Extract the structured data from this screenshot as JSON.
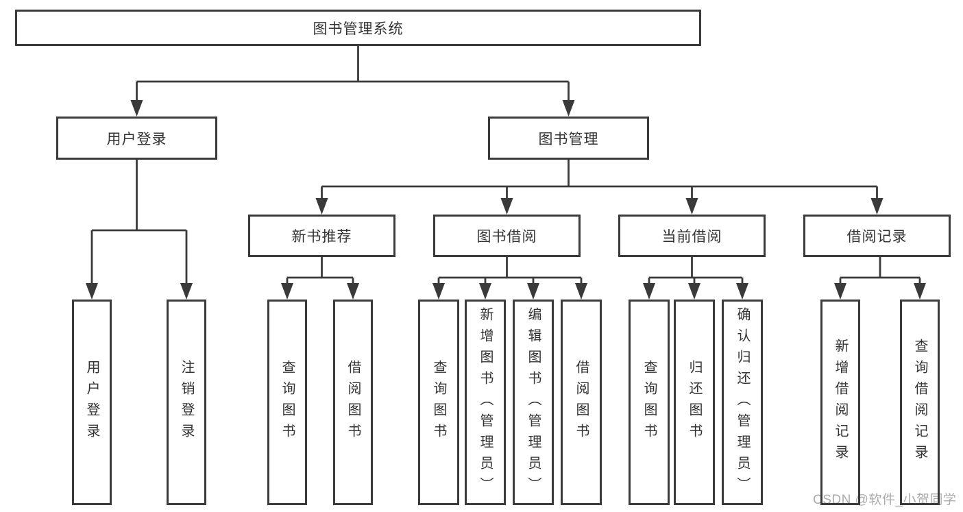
{
  "diagram": {
    "root": "图书管理系统",
    "level2": [
      "用户登录",
      "图书管理"
    ],
    "level3": [
      "新书推荐",
      "图书借阅",
      "当前借阅",
      "借阅记录"
    ],
    "leaves": [
      "用户登录",
      "注销登录",
      "查询图书",
      "借阅图书",
      "查询图书",
      "新增图书（管理员）",
      "编辑图书（管理员）",
      "借阅图书",
      "查询图书",
      "归还图书",
      "确认归还（管理员）",
      "新增借阅记录",
      "查询借阅记录"
    ]
  },
  "watermark": "CSDN @软件_小贺同学",
  "colors": {
    "line": "#3a3a3a",
    "text": "#333333",
    "watermark": "#ababab",
    "background": "#ffffff"
  }
}
